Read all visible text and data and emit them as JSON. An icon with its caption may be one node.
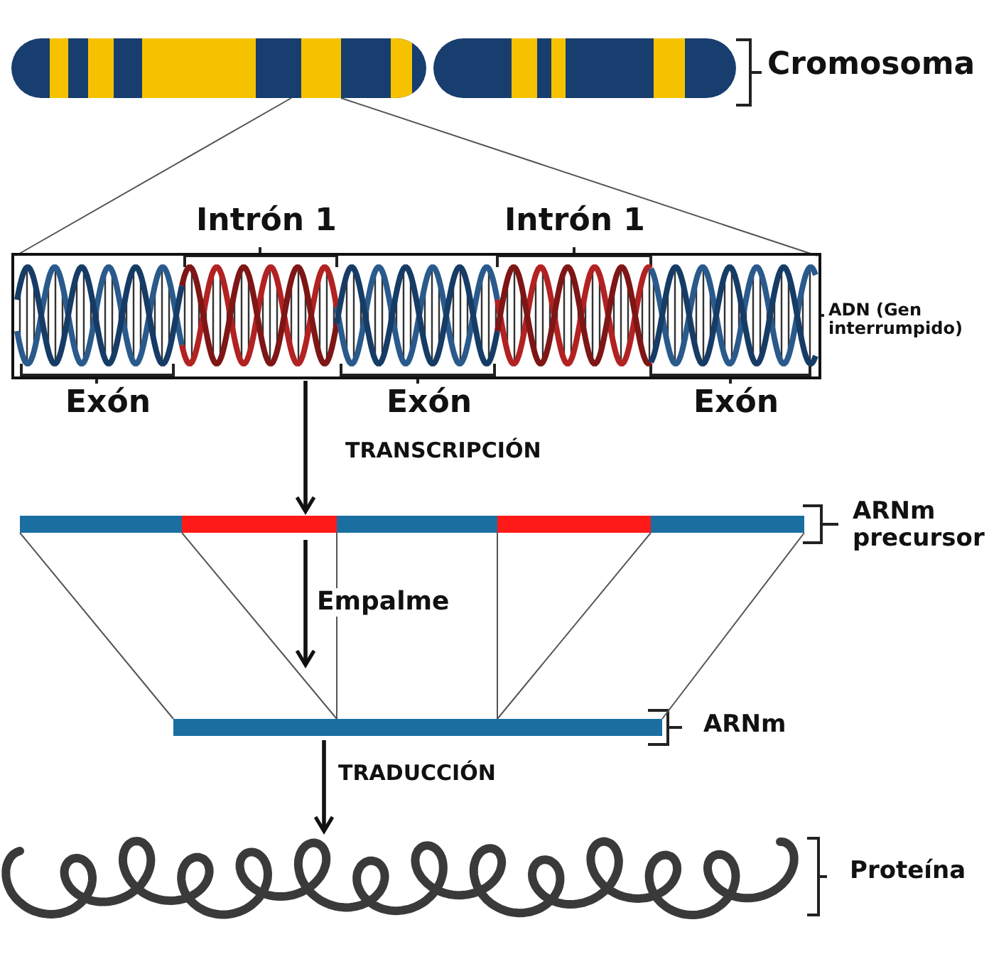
{
  "diagram": {
    "nodes": [
      {
        "text": [],
        "shape": "picture",
        "beside": [
          "Cromosoma"
        ]
      },
      {
        "text": [],
        "shape": "picture",
        "beside": [
          "ADN (Gen interrumpido)"
        ]
      },
      {
        "text": [],
        "shape": "bar",
        "beside": [
          "ARNm precursor"
        ]
      },
      {
        "text": [],
        "shape": "bar",
        "beside": [
          "ARNm"
        ]
      },
      {
        "text": [],
        "shape": "picture",
        "beside": [
          "Proteína"
        ]
      }
    ],
    "edges": [
      {
        "from": 1,
        "to": 2,
        "arrow": "to",
        "label": "TRANSCRIPCIÓN",
        "style": "thick"
      },
      {
        "from": 2,
        "to": 3,
        "arrow": "to",
        "label": "Empalme",
        "style": "thick"
      },
      {
        "from": 3,
        "to": 4,
        "arrow": "to",
        "label": "TRADUCCIÓN",
        "style": "thick"
      },
      {
        "from": 0,
        "to": 1,
        "arrow": "none"
      },
      {
        "from": 0,
        "to": 1,
        "arrow": "none"
      },
      {
        "from": 2,
        "to": 3,
        "arrow": "none"
      },
      {
        "from": 2,
        "to": 3,
        "arrow": "none"
      },
      {
        "from": 2,
        "to": 3,
        "arrow": "none"
      },
      {
        "from": 2,
        "to": 3,
        "arrow": "none"
      },
      {
        "from": 2,
        "to": 3,
        "arrow": "none"
      },
      {
        "from": 2,
        "to": 3,
        "arrow": "none"
      }
    ],
    "labels": [
      "Intrón 1",
      "Intrón 1",
      "Exón",
      "Exón",
      "Exón"
    ]
  }
}
